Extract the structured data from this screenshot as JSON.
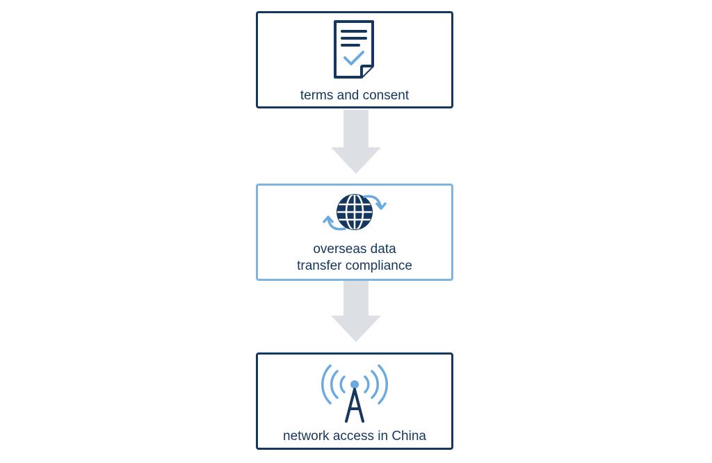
{
  "nodes": [
    {
      "id": "terms",
      "label": "terms and consent",
      "icon": "document-check-icon",
      "border_color": "#14365f"
    },
    {
      "id": "overseas",
      "label_lines": [
        "overseas data",
        "transfer compliance"
      ],
      "icon": "globe-sync-icon",
      "border_color": "#7fb3e0"
    },
    {
      "id": "network",
      "label": "network access in China",
      "icon": "signal-tower-icon",
      "border_color": "#14365f"
    }
  ],
  "connectors": [
    {
      "from": "terms",
      "to": "overseas",
      "color": "#dcdfe4"
    },
    {
      "from": "overseas",
      "to": "network",
      "color": "#dcdfe4"
    }
  ],
  "colors": {
    "dark_navy": "#14365f",
    "light_blue": "#7fb3e0",
    "arrow_gray": "#dcdfe4",
    "background": "#ffffff"
  }
}
